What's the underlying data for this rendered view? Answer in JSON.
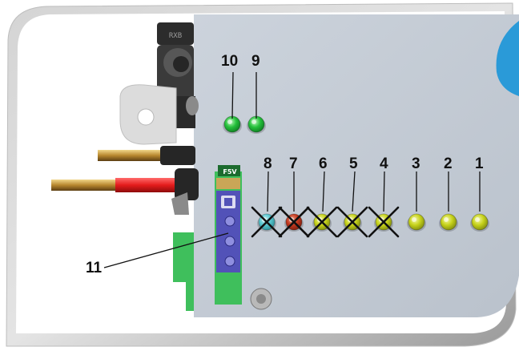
{
  "colors": {
    "board": "#c4ccd6",
    "led_green_bright": "#23c03a",
    "led_yellow": "#c6d21a",
    "led_red": "#c2381e",
    "led_cyan": "#57c6cf",
    "connector_blue": "#5252b8",
    "connector_green": "#3fbf5c",
    "wire_red": "#e41c1c",
    "accent_blue": "#2a9ad8",
    "cross_mark": "#111111"
  },
  "labels": {
    "l10": "10",
    "l9": "9",
    "l8": "8",
    "l7": "7",
    "l6": "6",
    "l5": "5",
    "l4": "4",
    "l3": "3",
    "l2": "2",
    "l1": "1",
    "l11": "11"
  },
  "component_marking": "F5V",
  "ic_marking": "RXB",
  "crossed_out_leds": [
    "8",
    "7",
    "6",
    "5",
    "4"
  ]
}
